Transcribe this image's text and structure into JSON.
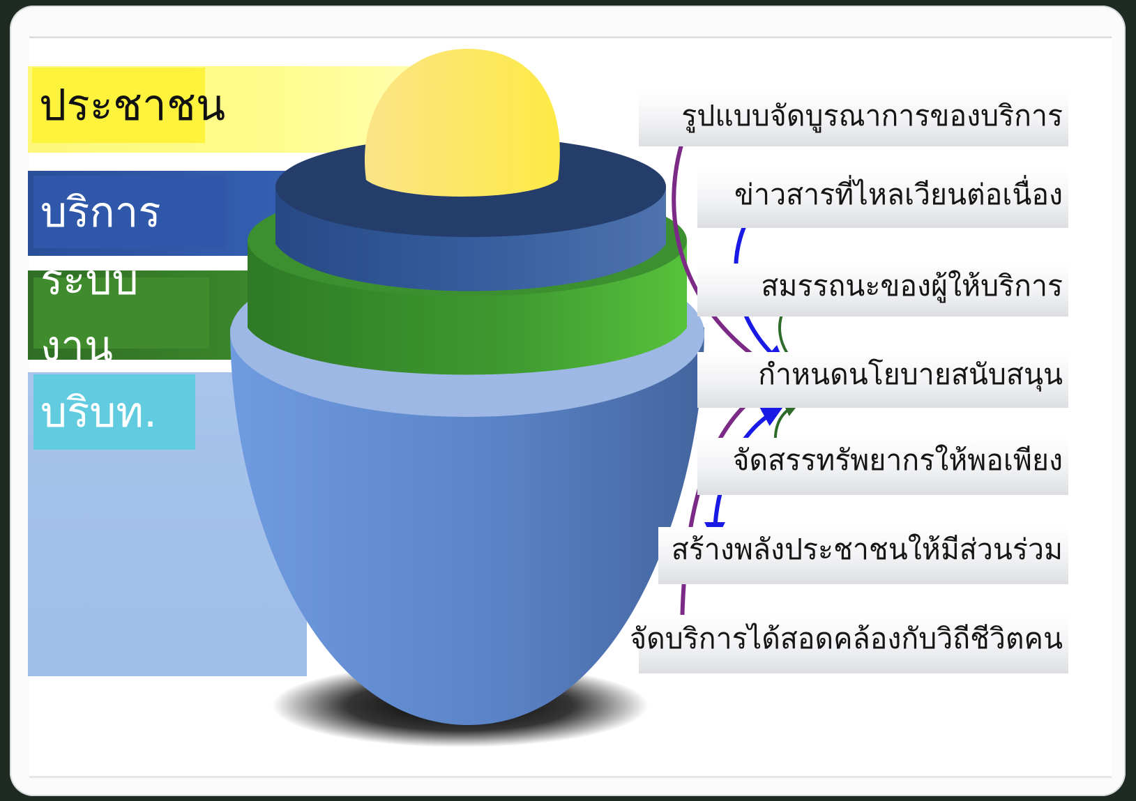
{
  "layers": [
    {
      "id": "people",
      "label": "ประชาชน",
      "color": "#fde74c",
      "text_color": "#111111"
    },
    {
      "id": "service",
      "label": "บริการ",
      "color": "#2e56a6",
      "text_color": "#ffffff"
    },
    {
      "id": "system",
      "label": "ระบบงาน",
      "color": "#3f8a2d",
      "text_color": "#ffffff"
    },
    {
      "id": "context",
      "label": "บริบท.",
      "color": "#62cde0",
      "text_color": "#ffffff"
    }
  ],
  "items": [
    {
      "label": "รูปแบบจัดบูรณาการของบริการ"
    },
    {
      "label": "ข่าวสารที่ไหลเวียนต่อเนื่อง"
    },
    {
      "label": "สมรรถนะของผู้ให้บริการ"
    },
    {
      "label": "กำหนดนโยบายสนับสนุน"
    },
    {
      "label": "จัดสรรทรัพยากรให้พอเพียง"
    },
    {
      "label": "สร้างพลังประชาชนให้มีส่วนร่วม"
    },
    {
      "label": "จัดบริการได้สอดคล้องกับวิถีชีวิตคน"
    }
  ],
  "arrow_colors": {
    "purple": "#7b2a86",
    "blue": "#1a1ae6",
    "green": "#2f6b2a"
  },
  "icons": [
    "double-arrow-icon"
  ]
}
